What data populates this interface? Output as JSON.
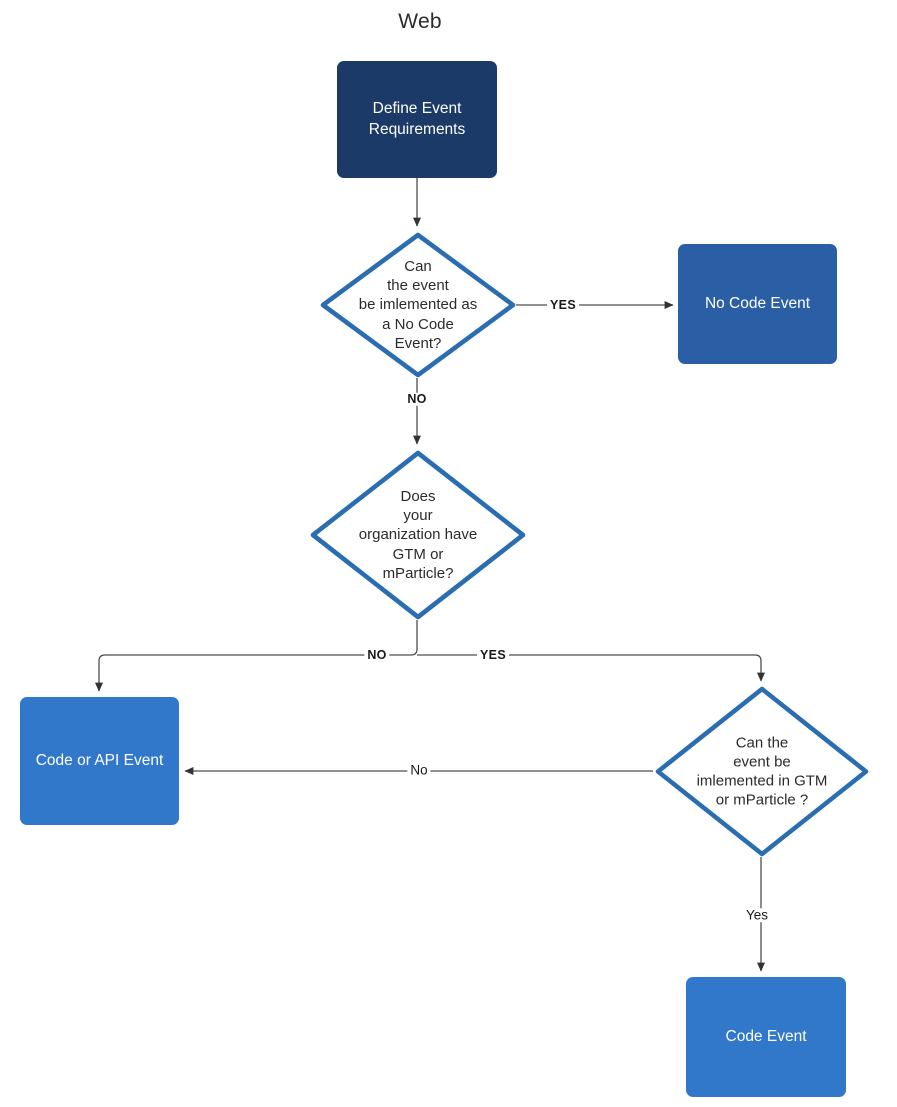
{
  "diagram": {
    "title": "Web",
    "type": "flowchart",
    "colors": {
      "navy": "#1b3a68",
      "blue": "#2a5fa5",
      "blue_bright": "#3178ca",
      "diamond_stroke": "#2a6db0",
      "diamond_fill": "#ffffff",
      "edge_stroke": "#4d4d4d",
      "text_dark": "#2b2b2b",
      "text_light": "#ffffff",
      "background": "#ffffff"
    },
    "nodes": [
      {
        "id": "define-event-requirements",
        "shape": "box",
        "label": "Define Event\nRequirements",
        "fill": "navy"
      },
      {
        "id": "can-no-code-event",
        "shape": "diamond",
        "label": "Can\nthe event\nbe imlemented as\na No Code\nEvent?"
      },
      {
        "id": "no-code-event",
        "shape": "box",
        "label": "No Code Event",
        "fill": "blue"
      },
      {
        "id": "has-gtm-or-mparticle",
        "shape": "diamond",
        "label": "Does\nyour\norganization have\nGTM or\nmParticle?"
      },
      {
        "id": "code-or-api-event",
        "shape": "box",
        "label": "Code or API Event",
        "fill": "blue_bright"
      },
      {
        "id": "can-implement-in-gtm",
        "shape": "diamond",
        "label": "Can the\nevent be\nimlemented in GTM\nor mParticle ?"
      },
      {
        "id": "code-event",
        "shape": "box",
        "label": "Code Event",
        "fill": "blue_bright"
      }
    ],
    "edges": [
      {
        "id": "e1",
        "from": "define-event-requirements",
        "to": "can-no-code-event",
        "label": ""
      },
      {
        "id": "e2",
        "from": "can-no-code-event",
        "to": "no-code-event",
        "label": "YES",
        "style": "bold"
      },
      {
        "id": "e3",
        "from": "can-no-code-event",
        "to": "has-gtm-or-mparticle",
        "label": "NO",
        "style": "bold"
      },
      {
        "id": "e4",
        "from": "has-gtm-or-mparticle",
        "to": "code-or-api-event",
        "label": "NO",
        "style": "bold"
      },
      {
        "id": "e5",
        "from": "has-gtm-or-mparticle",
        "to": "can-implement-in-gtm",
        "label": "YES",
        "style": "bold"
      },
      {
        "id": "e6",
        "from": "can-implement-in-gtm",
        "to": "code-or-api-event",
        "label": "No",
        "style": "plain"
      },
      {
        "id": "e7",
        "from": "can-implement-in-gtm",
        "to": "code-event",
        "label": "Yes",
        "style": "plain"
      }
    ]
  }
}
